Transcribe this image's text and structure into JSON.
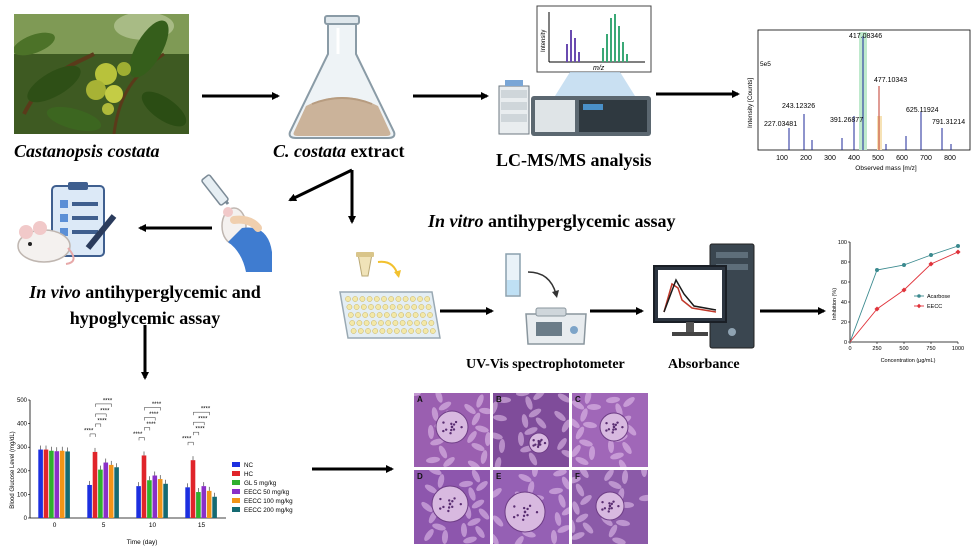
{
  "labels": {
    "castanopsis": "Castanopsis costata",
    "extract_italic": "C. costata",
    "extract_rest": " extract",
    "lcms": "LC-MS/MS analysis",
    "invitro_italic": "In vitro",
    "invitro_rest": " antihyperglycemic assay",
    "invivo_italic": "In vivo",
    "invivo_rest": " antihyperglycemic and",
    "invivo_line2": "hypoglycemic assay",
    "uvvis": "UV-Vis spectrophotometer",
    "absorbance": "Absorbance"
  },
  "ms_inset": {
    "ylabel": "Intensity",
    "xlabel": "m/z"
  },
  "ms_spectrum": {
    "ylabel": "Intensity [Counts]",
    "xlabel": "Observed mass [m/z]",
    "yaxis_tick": "5e5",
    "xticks": [
      "100",
      "200",
      "300",
      "400",
      "500",
      "600",
      "700",
      "800"
    ],
    "peaks": [
      {
        "label": "417.08346"
      },
      {
        "label": "477.10343"
      },
      {
        "label": "243.12326"
      },
      {
        "label": "391.26877"
      },
      {
        "label": "625.11924"
      },
      {
        "label": "227.03481"
      },
      {
        "label": "791.31214"
      }
    ]
  },
  "chart_data": [
    {
      "type": "line",
      "ylabel": "Inhibition (%)",
      "xlabel": "Concentration (µg/mL)",
      "x": [
        0,
        250,
        500,
        750,
        1000
      ],
      "xticks": [
        "0",
        "250",
        "500",
        "750",
        "1000"
      ],
      "yticks": [
        "0",
        "20",
        "40",
        "60",
        "80",
        "100"
      ],
      "xlim": [
        0,
        1000
      ],
      "ylim": [
        0,
        100
      ],
      "legend_position": "right",
      "series": [
        {
          "name": "Acarbose",
          "color": "#3b8a8f",
          "marker": "circle",
          "values": [
            null,
            72,
            77,
            87,
            96
          ]
        },
        {
          "name": "EECC",
          "color": "#e0323a",
          "marker": "diamond",
          "values": [
            null,
            33,
            52,
            78,
            90
          ]
        }
      ]
    },
    {
      "type": "bar",
      "ylabel": "Blood Glucose Level (mg/dL)",
      "xlabel": "Time (day)",
      "categories": [
        "0",
        "5",
        "10",
        "15"
      ],
      "yticks": [
        "0",
        "100",
        "200",
        "300",
        "400",
        "500"
      ],
      "ylim": [
        0,
        500
      ],
      "legend_position": "right",
      "series": [
        {
          "name": "NC",
          "color": "#1c2fe0",
          "values": [
            290,
            140,
            135,
            130
          ]
        },
        {
          "name": "HC",
          "color": "#e0242a",
          "values": [
            290,
            280,
            265,
            245
          ]
        },
        {
          "name": "GL 5 mg/kg",
          "color": "#2eb02e",
          "values": [
            285,
            205,
            160,
            110
          ]
        },
        {
          "name": "EECC 50 mg/kg",
          "color": "#8a2fc8",
          "values": [
            283,
            235,
            180,
            135
          ]
        },
        {
          "name": "EECC 100 mg/kg",
          "color": "#f29418",
          "values": [
            285,
            225,
            165,
            115
          ]
        },
        {
          "name": "EECC 200 mg/kg",
          "color": "#156a72",
          "values": [
            282,
            215,
            145,
            90
          ]
        }
      ],
      "significance": "****"
    }
  ],
  "histology": {
    "panels": [
      "A",
      "B",
      "C",
      "D",
      "E",
      "F"
    ]
  }
}
